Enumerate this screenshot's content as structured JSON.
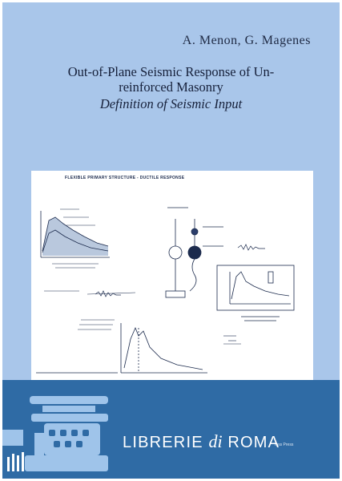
{
  "book": {
    "authors": "A. Menon, G. Magenes",
    "title_line1": "Out-of-Plane Seismic Response of Un-",
    "title_line2": "reinforced Masonry",
    "subtitle": "Definition of Seismic Input"
  },
  "figure": {
    "heading": "FLEXIBLE PRIMARY STRUCTURE - DUCTILE RESPONSE"
  },
  "publisher": {
    "line": "Iuss Press"
  },
  "watermark": {
    "brand_main": "LIBRERIE",
    "brand_di": "di",
    "brand_end": "ROMA"
  },
  "colors": {
    "cover_bg": "#a9c6ea",
    "band": "#2f6ba5",
    "logo_blue": "#9fc4ea"
  }
}
